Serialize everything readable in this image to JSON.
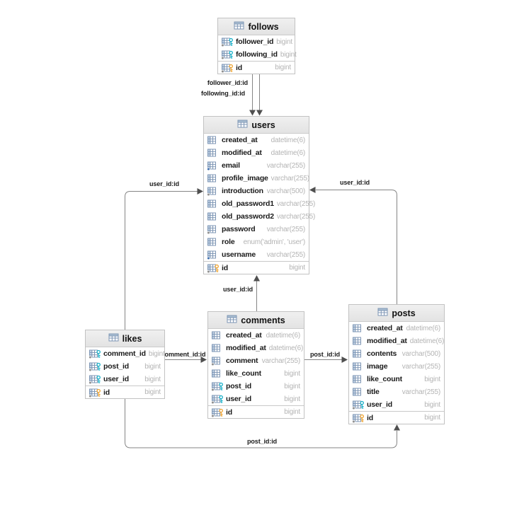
{
  "diagram": {
    "tables": [
      {
        "name": "follows",
        "header_icon": "table-icon",
        "columns": [
          {
            "name": "follower_id",
            "type": "bigint",
            "icon": "foreign-key",
            "dot": "gray"
          },
          {
            "name": "following_id",
            "type": "bigint",
            "icon": "foreign-key",
            "dot": "gray"
          },
          {
            "name": "id",
            "type": "bigint",
            "icon": "primary-key",
            "dot": "gray",
            "pk": true
          }
        ]
      },
      {
        "name": "users",
        "header_icon": "table-icon",
        "columns": [
          {
            "name": "created_at",
            "type": "datetime(6)",
            "icon": "column",
            "dot": null
          },
          {
            "name": "modified_at",
            "type": "datetime(6)",
            "icon": "column",
            "dot": null
          },
          {
            "name": "email",
            "type": "varchar(255)",
            "icon": "column",
            "dot": "blue"
          },
          {
            "name": "profile_image",
            "type": "varchar(255)",
            "icon": "column",
            "dot": null
          },
          {
            "name": "introduction",
            "type": "varchar(500)",
            "icon": "column",
            "dot": "gray"
          },
          {
            "name": "old_password1",
            "type": "varchar(255)",
            "icon": "column",
            "dot": null
          },
          {
            "name": "old_password2",
            "type": "varchar(255)",
            "icon": "column",
            "dot": null
          },
          {
            "name": "password",
            "type": "varchar(255)",
            "icon": "column",
            "dot": "gray"
          },
          {
            "name": "role",
            "type": "enum('admin', 'user')",
            "icon": "column",
            "dot": null
          },
          {
            "name": "username",
            "type": "varchar(255)",
            "icon": "column",
            "dot": "blue"
          },
          {
            "name": "id",
            "type": "bigint",
            "icon": "primary-key",
            "dot": "gray",
            "pk": true
          }
        ]
      },
      {
        "name": "comments",
        "header_icon": "table-icon",
        "columns": [
          {
            "name": "created_at",
            "type": "datetime(6)",
            "icon": "column",
            "dot": null
          },
          {
            "name": "modified_at",
            "type": "datetime(6)",
            "icon": "column",
            "dot": null
          },
          {
            "name": "comment",
            "type": "varchar(255)",
            "icon": "column",
            "dot": "gray"
          },
          {
            "name": "like_count",
            "type": "bigint",
            "icon": "column",
            "dot": null
          },
          {
            "name": "post_id",
            "type": "bigint",
            "icon": "foreign-key",
            "dot": "gray"
          },
          {
            "name": "user_id",
            "type": "bigint",
            "icon": "foreign-key",
            "dot": "gray"
          },
          {
            "name": "id",
            "type": "bigint",
            "icon": "primary-key",
            "dot": "gray",
            "pk": true
          }
        ]
      },
      {
        "name": "likes",
        "header_icon": "table-icon",
        "columns": [
          {
            "name": "comment_id",
            "type": "bigint",
            "icon": "foreign-key",
            "dot": "gray"
          },
          {
            "name": "post_id",
            "type": "bigint",
            "icon": "foreign-key",
            "dot": "gray"
          },
          {
            "name": "user_id",
            "type": "bigint",
            "icon": "foreign-key",
            "dot": "gray"
          },
          {
            "name": "id",
            "type": "bigint",
            "icon": "primary-key",
            "dot": "gray",
            "pk": true
          }
        ]
      },
      {
        "name": "posts",
        "header_icon": "table-icon",
        "columns": [
          {
            "name": "created_at",
            "type": "datetime(6)",
            "icon": "column",
            "dot": null
          },
          {
            "name": "modified_at",
            "type": "datetime(6)",
            "icon": "column",
            "dot": null
          },
          {
            "name": "contents",
            "type": "varchar(500)",
            "icon": "column",
            "dot": null
          },
          {
            "name": "image",
            "type": "varchar(255)",
            "icon": "column",
            "dot": null
          },
          {
            "name": "like_count",
            "type": "bigint",
            "icon": "column",
            "dot": null
          },
          {
            "name": "title",
            "type": "varchar(255)",
            "icon": "column",
            "dot": null
          },
          {
            "name": "user_id",
            "type": "bigint",
            "icon": "foreign-key",
            "dot": "gray"
          },
          {
            "name": "id",
            "type": "bigint",
            "icon": "primary-key",
            "dot": "gray",
            "pk": true
          }
        ]
      }
    ],
    "connections": [
      {
        "label": "follower_id:id",
        "from": "follows.follower_id",
        "to": "users.id"
      },
      {
        "label": "following_id:id",
        "from": "follows.following_id",
        "to": "users.id"
      },
      {
        "label": "user_id:id",
        "from": "likes.user_id",
        "to": "users.id"
      },
      {
        "label": "user_id:id",
        "from": "posts.user_id",
        "to": "users.id"
      },
      {
        "label": "user_id:id",
        "from": "comments.user_id",
        "to": "users.id"
      },
      {
        "label": "comment_id:id",
        "from": "likes.comment_id",
        "to": "comments.id"
      },
      {
        "label": "post_id:id",
        "from": "comments.post_id",
        "to": "posts.id"
      },
      {
        "label": "post_id:id",
        "from": "likes.post_id",
        "to": "posts.id"
      }
    ],
    "colors": {
      "primary_key": "#efa32f",
      "foreign_key": "#17b1c9",
      "icon_stroke": "#7e96b4",
      "icon_fill": "#c3d4e7",
      "header_icon_fill": "#a9bed2",
      "dot_blue": "#3f6fae",
      "dot_gray": "#909090",
      "line": "#858585",
      "arrow": "#4f4f4f",
      "type_text": "#b4b4b4"
    }
  }
}
